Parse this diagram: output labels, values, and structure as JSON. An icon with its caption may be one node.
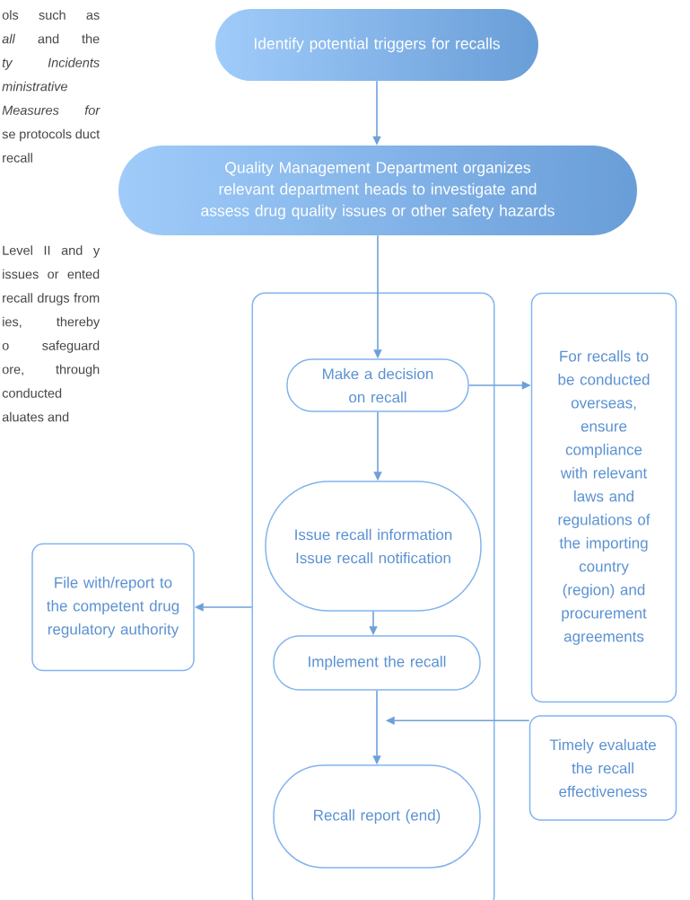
{
  "diagram": {
    "nodes": [
      {
        "text": [
          "Identify potential triggers for recalls"
        ]
      },
      {
        "text": [
          "Quality Management Department organizes relevant department heads to investigate and assess drug quality issues or other safety hazards"
        ]
      },
      {
        "text": [],
        "shape": "box"
      },
      {
        "text": [
          "Make a decision on recall"
        ],
        "in": 2
      },
      {
        "text": [
          "Issue recall information",
          "Issue recall notification"
        ],
        "in": 2
      },
      {
        "text": [
          "Implement the recall"
        ],
        "in": 2
      },
      {
        "text": [
          "Recall report (end)"
        ],
        "in": 2
      },
      {
        "text": [
          "For recalls to be conducted overseas, ensure compliance with relevant laws and regulations of the importing country (region) and procurement agreements"
        ]
      },
      {
        "text": [
          "Timely evaluate the recall effectiveness"
        ]
      },
      {
        "text": [
          "File with/report to the competent drug regulatory authority"
        ]
      }
    ],
    "edges": [
      {
        "from": 0,
        "to": 1,
        "arrow": "to"
      },
      {
        "from": 1,
        "to": 3,
        "arrow": "to"
      },
      {
        "from": 3,
        "to": 7,
        "arrow": "to"
      },
      {
        "from": 3,
        "to": 4,
        "arrow": "to"
      },
      {
        "from": 4,
        "to": 5,
        "arrow": "to"
      },
      {
        "from": 5,
        "to": 6,
        "arrow": "to"
      },
      {
        "from": 2,
        "to": 9,
        "arrow": "to"
      },
      {
        "from": 8,
        "to": null,
        "arrow": "to"
      }
    ],
    "labels": [
      "ols such as *all* and the *ty Incidents ministrative Measures for* se protocols duct recall",
      "Level II and y issues or ented recall drugs from ies, thereby o safeguard ore, through conducted aluates and"
    ]
  }
}
